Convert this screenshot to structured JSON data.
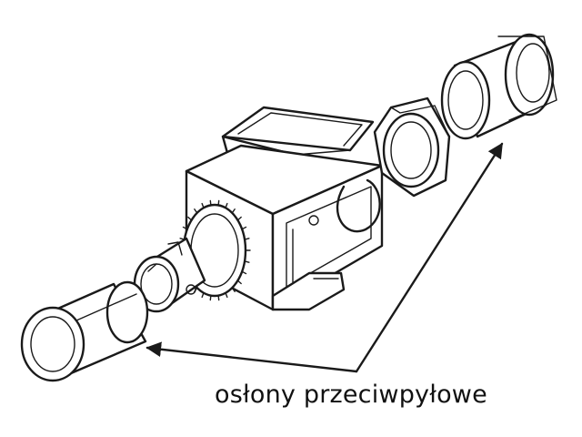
{
  "caption": "osłony przeciwpyłowe",
  "colors": {
    "line": "#1a1a1a",
    "background": "#ffffff"
  },
  "parts": [
    "left-dust-cap",
    "st-connector-barrel",
    "knurled-ring",
    "keystone-housing",
    "hex-nut",
    "right-dust-cap"
  ],
  "callout_arrows": 2
}
